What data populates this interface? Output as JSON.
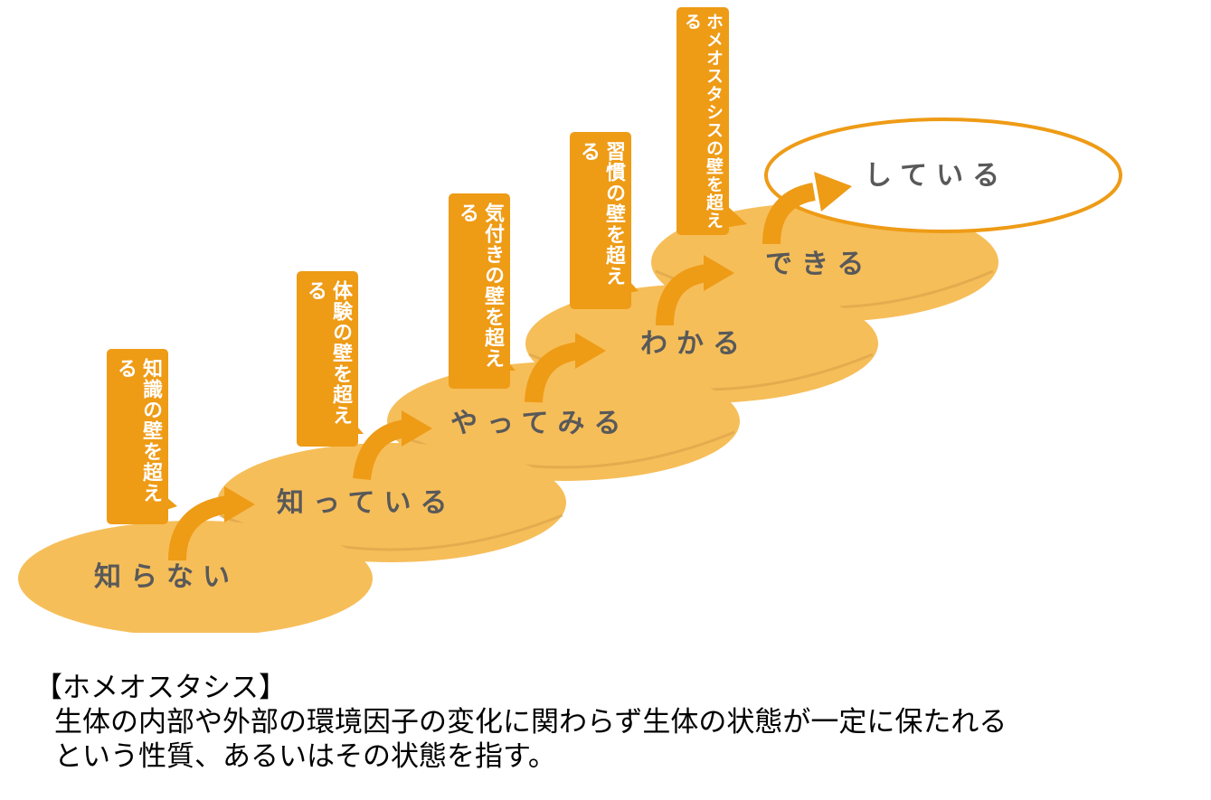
{
  "steps": [
    {
      "label": "知らない"
    },
    {
      "label": "知っている"
    },
    {
      "label": "やってみる"
    },
    {
      "label": "わかる"
    },
    {
      "label": "できる"
    },
    {
      "label": "している"
    }
  ],
  "walls": [
    {
      "label": "知識の壁を超える"
    },
    {
      "label": "体験の壁を超える"
    },
    {
      "label": "気付きの壁を超える"
    },
    {
      "label": "習慣の壁を超える"
    },
    {
      "label": "ホメオスタシスの壁を超える"
    }
  ],
  "caption": {
    "title": "【ホメオスタシス】",
    "line1": "生体の内部や外部の環境因子の変化に関わらず生体の状態が一定に保たれる",
    "line2": "という性質、あるいはその状態を指す。"
  },
  "colors": {
    "ellipse_fill": "#f6be59",
    "ellipse_shadow": "#d8a048",
    "arrow": "#ee9b16",
    "label_bg": "#ee9b16",
    "label_text": "#ffffff",
    "top_outline": "#ee9b16",
    "step_text": "#595959"
  }
}
